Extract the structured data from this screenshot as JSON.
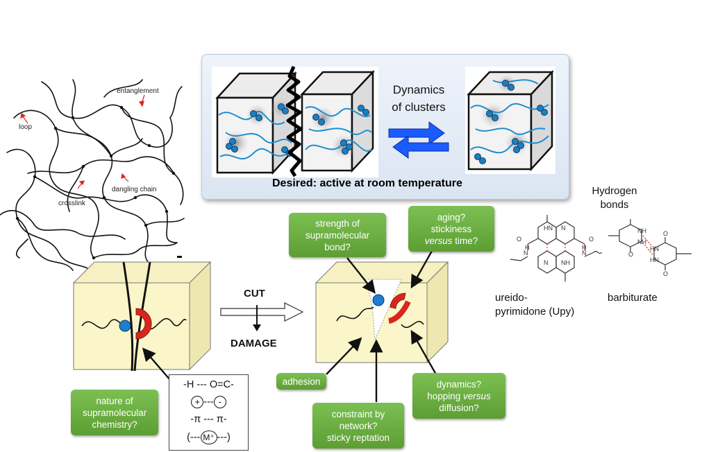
{
  "network": {
    "loop": "loop",
    "entanglement": "entanglement",
    "crosslink": "crosslink",
    "dangling_chain": "dangling chain"
  },
  "top": {
    "dynamics_label": "Dynamics\nof clusters",
    "desired_label": "Desired: active at room temperature"
  },
  "hbonds": {
    "title": "Hydrogen\nbonds",
    "upy_label": "ureido-\npyrimidone (Upy)",
    "barbiturate_label": "barbiturate"
  },
  "process": {
    "cut": "CUT",
    "damage": "DAMAGE"
  },
  "callouts": {
    "strength": "strength of\nsupramolecular\nbond?",
    "aging_1": "aging?",
    "aging_2": "stickiness",
    "aging_3_italic": "versus",
    "aging_3_rest": " time?",
    "adhesion": "adhesion",
    "constraint": "constraint by\nnetwork?\nsticky reptation",
    "dyn_1": "dynamics?",
    "dyn_2a": "hopping ",
    "dyn_2b_italic": "versus",
    "dyn_3": "diffusion?",
    "nature": "nature of\nsupramolecular\nchemistry?"
  },
  "interactions": {
    "line1": "-H --- O=C-",
    "line2_plus": "+",
    "line2_dash": "---",
    "line2_minus": "-",
    "line3": "-π --- π-",
    "line4_left": "(---",
    "line4_metal": "M⁺",
    "line4_right": "---)"
  },
  "colors": {
    "callout_green": "#6aaf40",
    "chain_blue": "#1e8ecf",
    "arrow_blue": "#1a5cff",
    "cube_yellow": "#fbf6c9",
    "sticker_red": "#d9261c",
    "sticker_blue": "#1e7fd1"
  }
}
